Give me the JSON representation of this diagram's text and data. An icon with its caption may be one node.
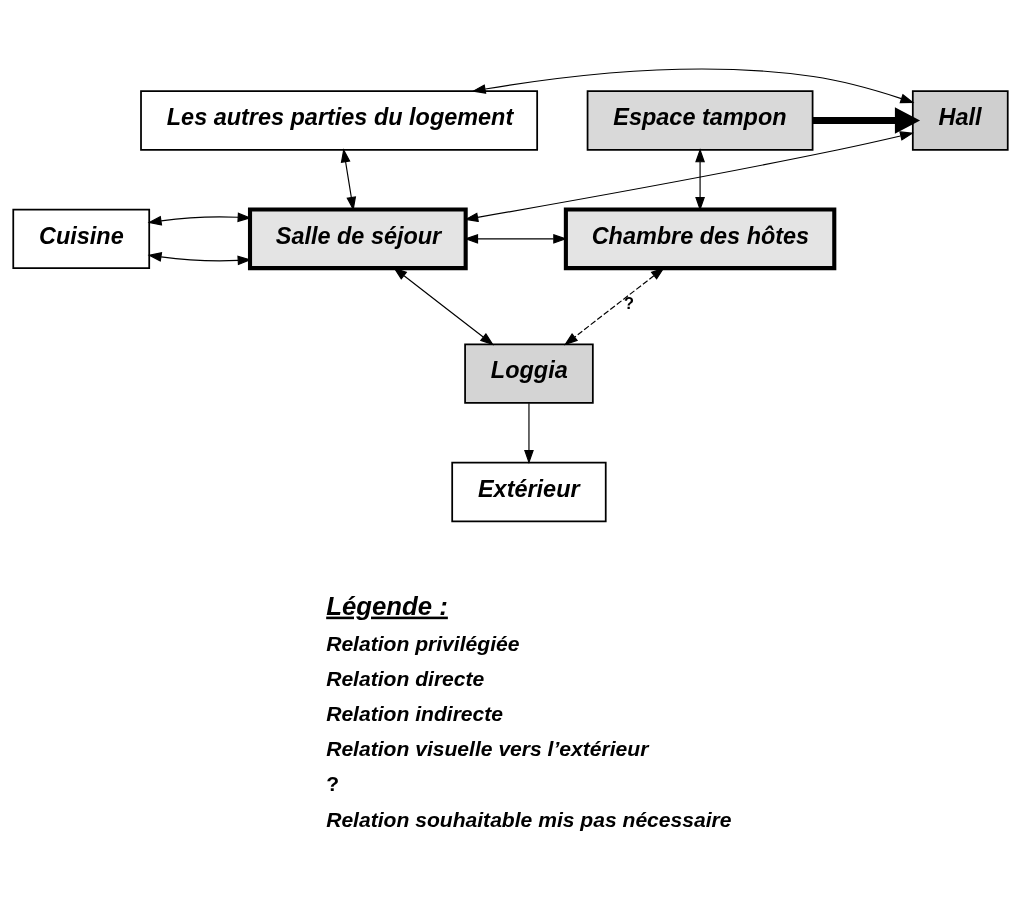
{
  "diagram": {
    "nodes": [
      {
        "text": [
          "Les autres parties du logement"
        ]
      },
      {
        "text": [
          "Hall"
        ]
      },
      {
        "text": [
          "Espace tampon"
        ]
      },
      {
        "text": [
          "Cuisine"
        ]
      },
      {
        "text": [
          "Salle de séjour"
        ]
      },
      {
        "text": [
          "Chambre des hôtes"
        ]
      },
      {
        "text": [
          "Loggia"
        ]
      },
      {
        "text": [
          "Extérieur"
        ]
      }
    ],
    "edges": [
      {
        "from": 0,
        "to": 1,
        "arrow": "both"
      },
      {
        "from": 2,
        "to": 1,
        "arrow": "to",
        "style": "thick"
      },
      {
        "from": 0,
        "to": 4,
        "arrow": "both"
      },
      {
        "from": 1,
        "to": 4,
        "arrow": "both"
      },
      {
        "from": 2,
        "to": 5,
        "arrow": "both"
      },
      {
        "from": 3,
        "to": 4,
        "arrow": "both"
      },
      {
        "from": 3,
        "to": 4,
        "arrow": "both"
      },
      {
        "from": 4,
        "to": 5,
        "arrow": "both"
      },
      {
        "from": 4,
        "to": 6,
        "arrow": "both"
      },
      {
        "from": 5,
        "to": 6,
        "arrow": "both",
        "style": "dashed",
        "label": "?"
      },
      {
        "from": 6,
        "to": 7,
        "arrow": "to"
      }
    ],
    "labels": [
      "Légende :",
      "?"
    ],
    "legend": [
      {
        "text": "Relation privilégiée"
      },
      {
        "text": "Relation directe"
      },
      {
        "text": "Relation indirecte"
      },
      {
        "text": "Relation visuelle vers l’extérieur"
      },
      {
        "text": "Relation souhaitable mis pas nécessaire"
      }
    ]
  }
}
